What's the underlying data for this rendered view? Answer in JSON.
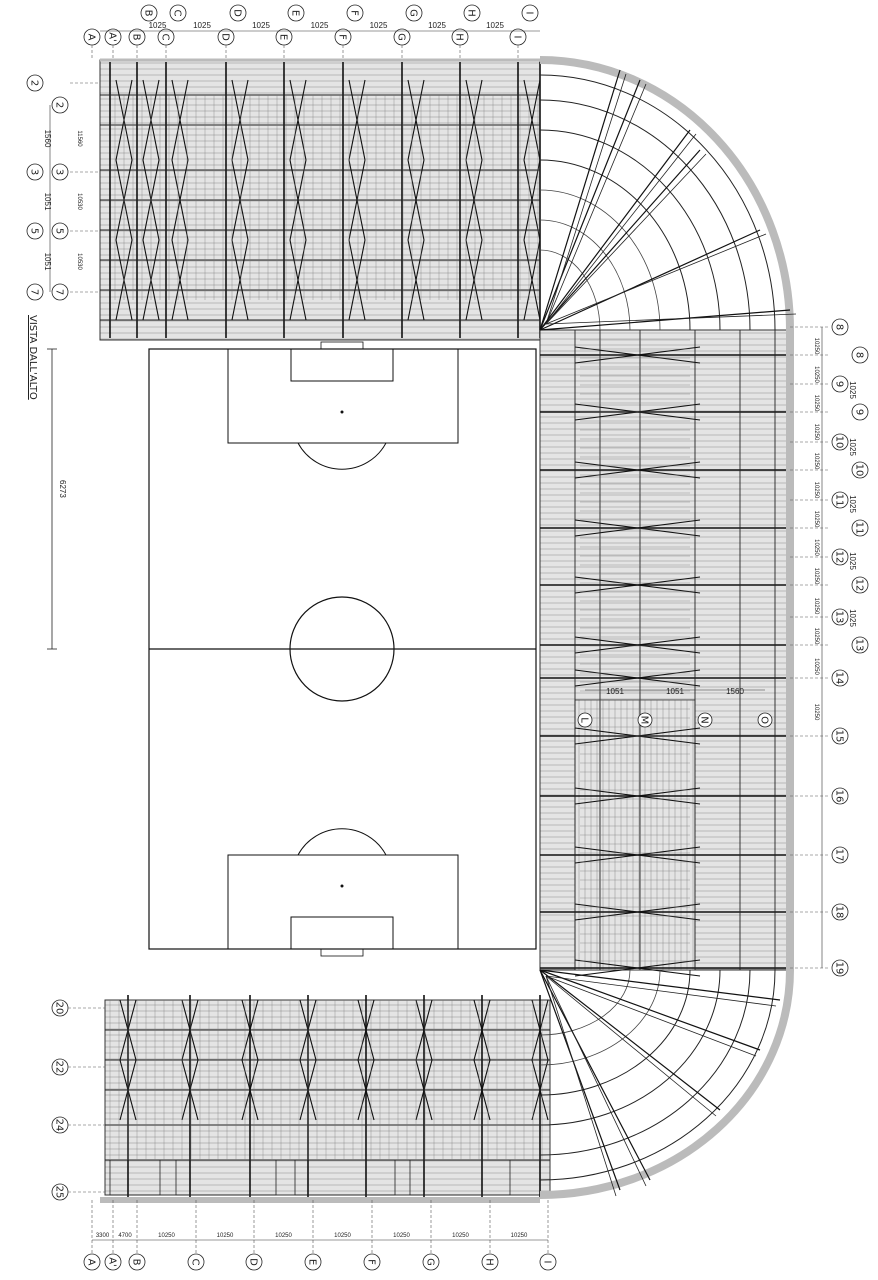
{
  "drawing": {
    "title": "VISTA DALL'ALTO",
    "field_length_label": "6273"
  },
  "grid": {
    "top_letters": [
      "A",
      "A'",
      "B",
      "C",
      "D",
      "E",
      "F",
      "G",
      "H",
      "I"
    ],
    "bottom_letters": [
      "A",
      "A'",
      "B",
      "C",
      "D",
      "E",
      "F",
      "G",
      "H",
      "I"
    ],
    "top_spacing_labels": [
      "1025",
      "1025",
      "1025",
      "1025",
      "1025",
      "1025",
      "1025"
    ],
    "bottom_spacing_labels": [
      "3300",
      "4700",
      "10250",
      "10250",
      "10250",
      "10250",
      "10250",
      "10250",
      "10250"
    ],
    "left_top_rows": [
      "2",
      "2",
      "3",
      "3",
      "5",
      "5",
      "7",
      "7"
    ],
    "left_top_dims": [
      "1560",
      "1051",
      "1051"
    ],
    "left_top_dims_small": [
      "11560",
      "10530",
      "10530"
    ],
    "left_bottom_rows": [
      "20",
      "22",
      "24",
      "25"
    ],
    "right_rows": [
      "8",
      "8",
      "9",
      "9",
      "10",
      "10",
      "11",
      "11",
      "12",
      "12",
      "13",
      "13",
      "14",
      "15",
      "16",
      "17",
      "18",
      "19"
    ],
    "right_dims": [
      "1025",
      "1025",
      "1025",
      "1025",
      "1025"
    ],
    "right_dims_small": [
      "10250",
      "10250",
      "10250",
      "10250",
      "10250",
      "10250",
      "10250",
      "10250",
      "10250",
      "10250",
      "10250",
      "10250",
      "10250"
    ],
    "east_letters": [
      "L",
      "M",
      "N",
      "O"
    ],
    "east_dims": [
      "1051",
      "1051",
      "1560"
    ]
  }
}
